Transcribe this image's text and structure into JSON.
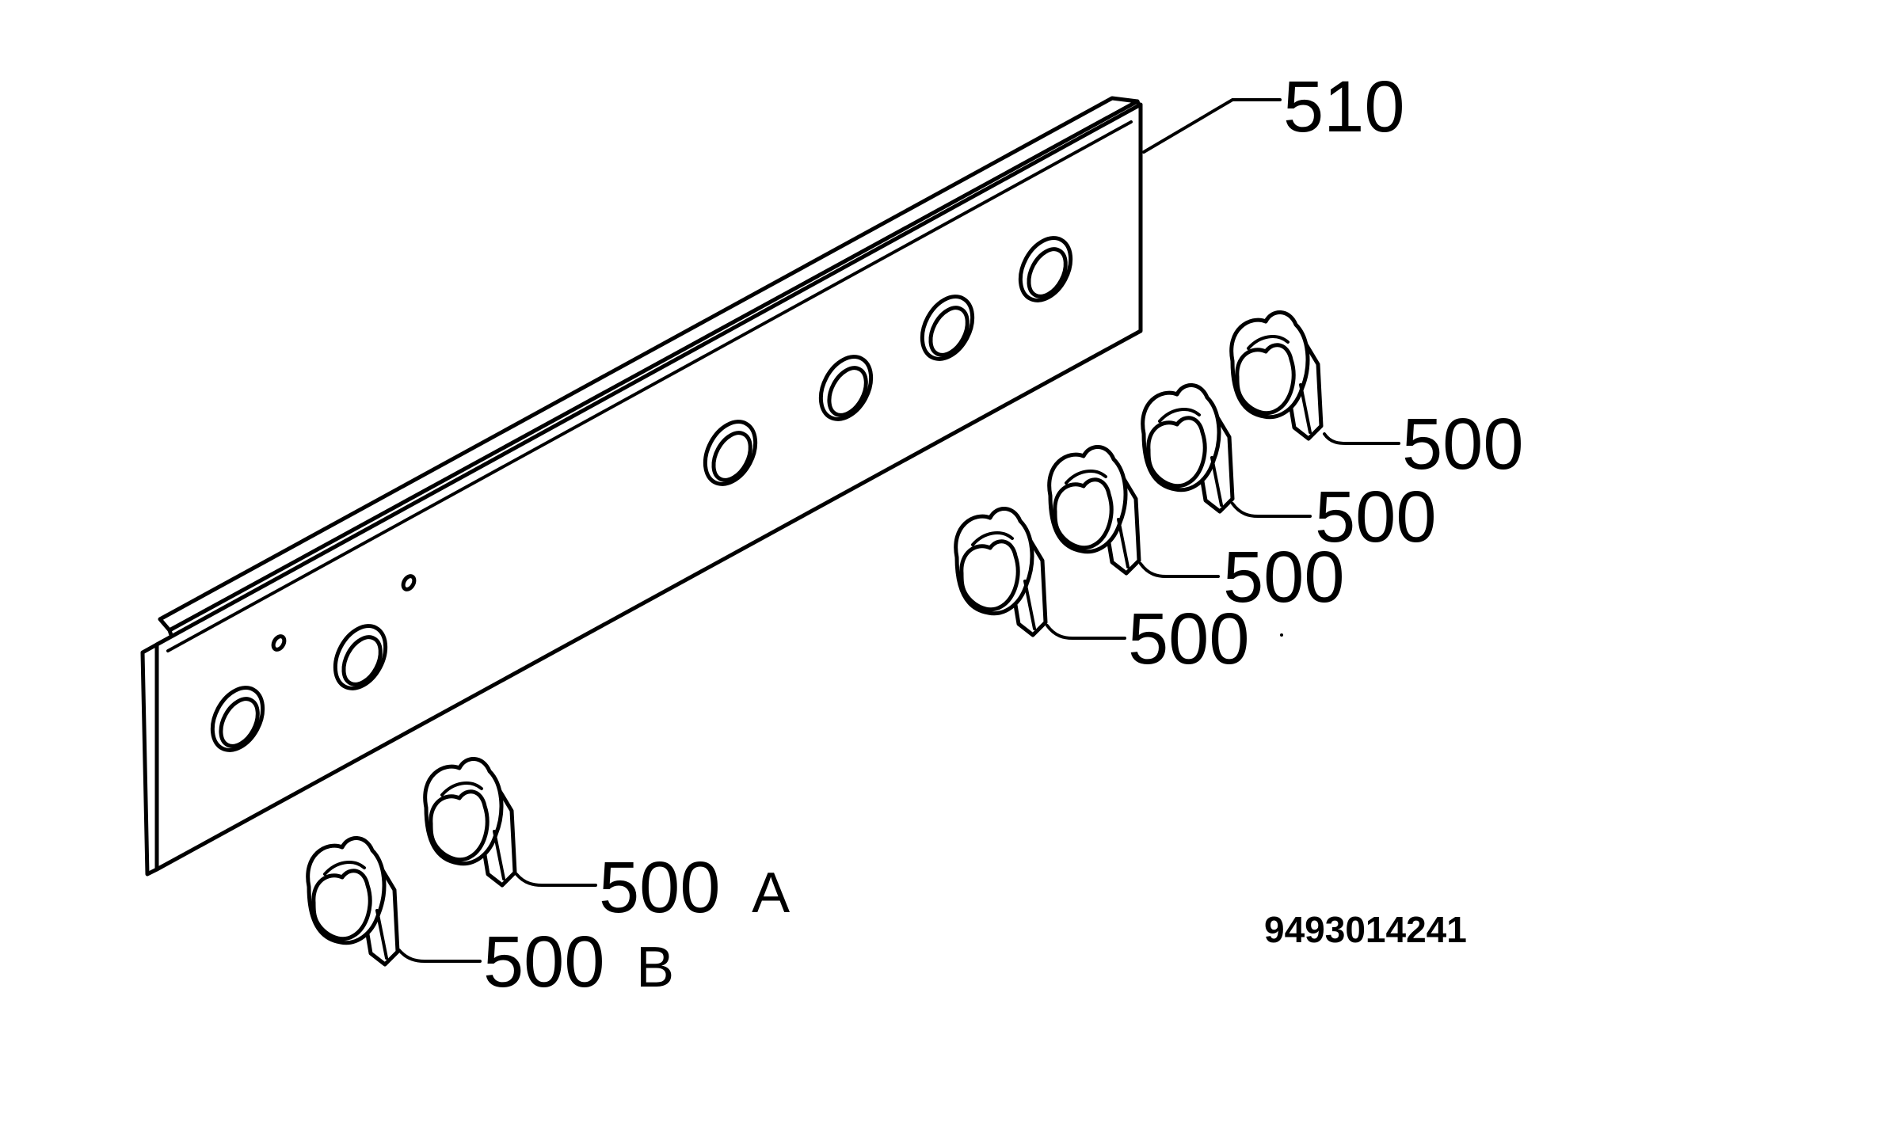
{
  "diagram": {
    "colors": {
      "line": "#000000",
      "background": "#ffffff"
    },
    "panel": {
      "label": "510",
      "hole_count": 6,
      "small_hole_count": 2
    },
    "knobs": [
      {
        "label": "500",
        "suffix": ""
      },
      {
        "label": "500",
        "suffix": ""
      },
      {
        "label": "500",
        "suffix": ""
      },
      {
        "label": "500",
        "suffix": ""
      },
      {
        "label": "500",
        "suffix": "A"
      },
      {
        "label": "500",
        "suffix": "B"
      }
    ],
    "catalog_number": "9493014241"
  }
}
